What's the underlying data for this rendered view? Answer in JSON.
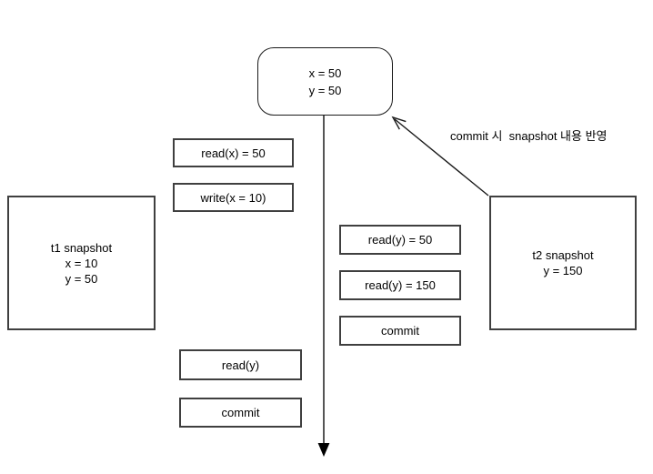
{
  "colors": {
    "background": "#ffffff",
    "box_border": "#3f3f3f",
    "rounded_border": "#1a1a1a",
    "line": "#1a1a1a",
    "text": "#000000"
  },
  "db_state": {
    "line1": "x = 50",
    "line2": "y = 50"
  },
  "t1": {
    "title": "t1 snapshot",
    "line1": "x = 10",
    "line2": "y = 50"
  },
  "t2": {
    "title": "t2 snapshot",
    "line1": "y = 150"
  },
  "ops": {
    "t1_read_x": "read(x) = 50",
    "t1_write_x": "write(x = 10)",
    "t2_read_y_50": "read(y) = 50",
    "t2_read_y_150": "read(y) = 150",
    "t2_commit": "commit",
    "t1_read_y": "read(y)",
    "t1_commit": "commit"
  },
  "annotation": "commit 시  snapshot 내용 반영"
}
